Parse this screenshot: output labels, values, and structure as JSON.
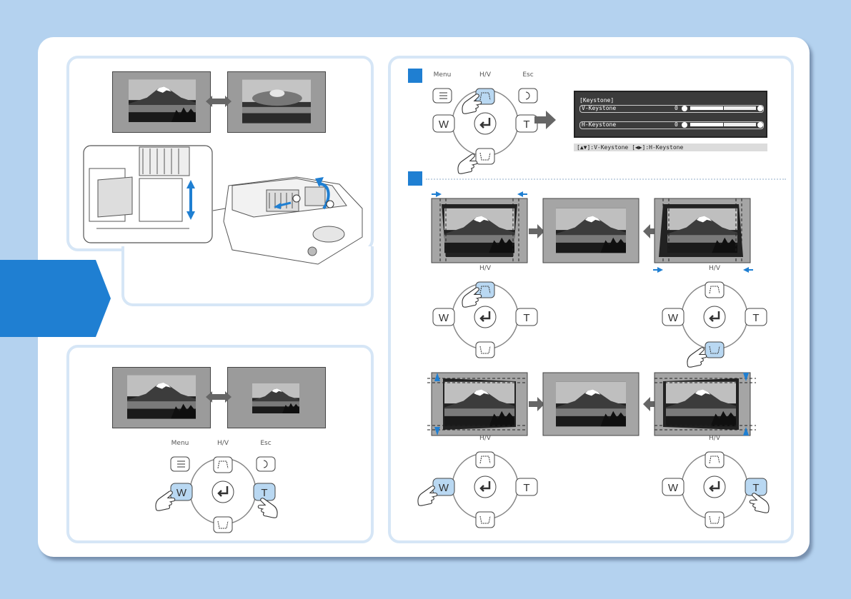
{
  "remote": {
    "menu": "Menu",
    "hv": "H/V",
    "esc": "Esc",
    "wide": "W",
    "tele": "T"
  },
  "menu_screen": {
    "title": "[Keystone]",
    "rows": [
      {
        "label": "V-Keystone",
        "value": "0",
        "level": 0.5
      },
      {
        "label": "H-Keystone",
        "value": "0",
        "level": 0.5
      }
    ],
    "hint": "[▲▼]:V-Keystone [◀▶]:H-Keystone"
  },
  "colors": {
    "background": "#b4d2ef",
    "accent": "#1f7fd2",
    "highlight": "#b9d8f2",
    "panel_border": "#d6e6f6"
  }
}
